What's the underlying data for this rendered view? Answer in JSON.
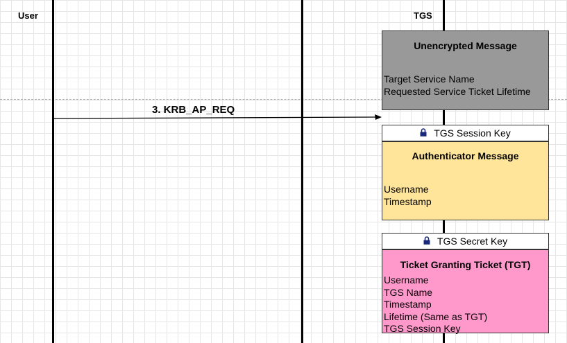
{
  "actors": {
    "user": "User",
    "tgs": "TGS"
  },
  "arrow": {
    "label": "3. KRB_AP_REQ"
  },
  "unencrypted": {
    "title": "Unencrypted Message",
    "lines": [
      "Target Service Name",
      "Requested Service Ticket Lifetime"
    ],
    "color": "#999999"
  },
  "authenticator": {
    "key": "TGS Session Key",
    "title": "Authenticator Message",
    "lines": [
      "Username",
      "Timestamp"
    ],
    "color": "#FFE599"
  },
  "tgt": {
    "key": "TGS Secret Key",
    "title": "Ticket Granting Ticket (TGT)",
    "lines": [
      "Username",
      "TGS Name",
      "Timestamp",
      "Lifetime (Same as TGT)",
      "TGS Session Key"
    ],
    "color": "#FF99CC"
  },
  "icons": {
    "key_lock": "lock-icon"
  }
}
